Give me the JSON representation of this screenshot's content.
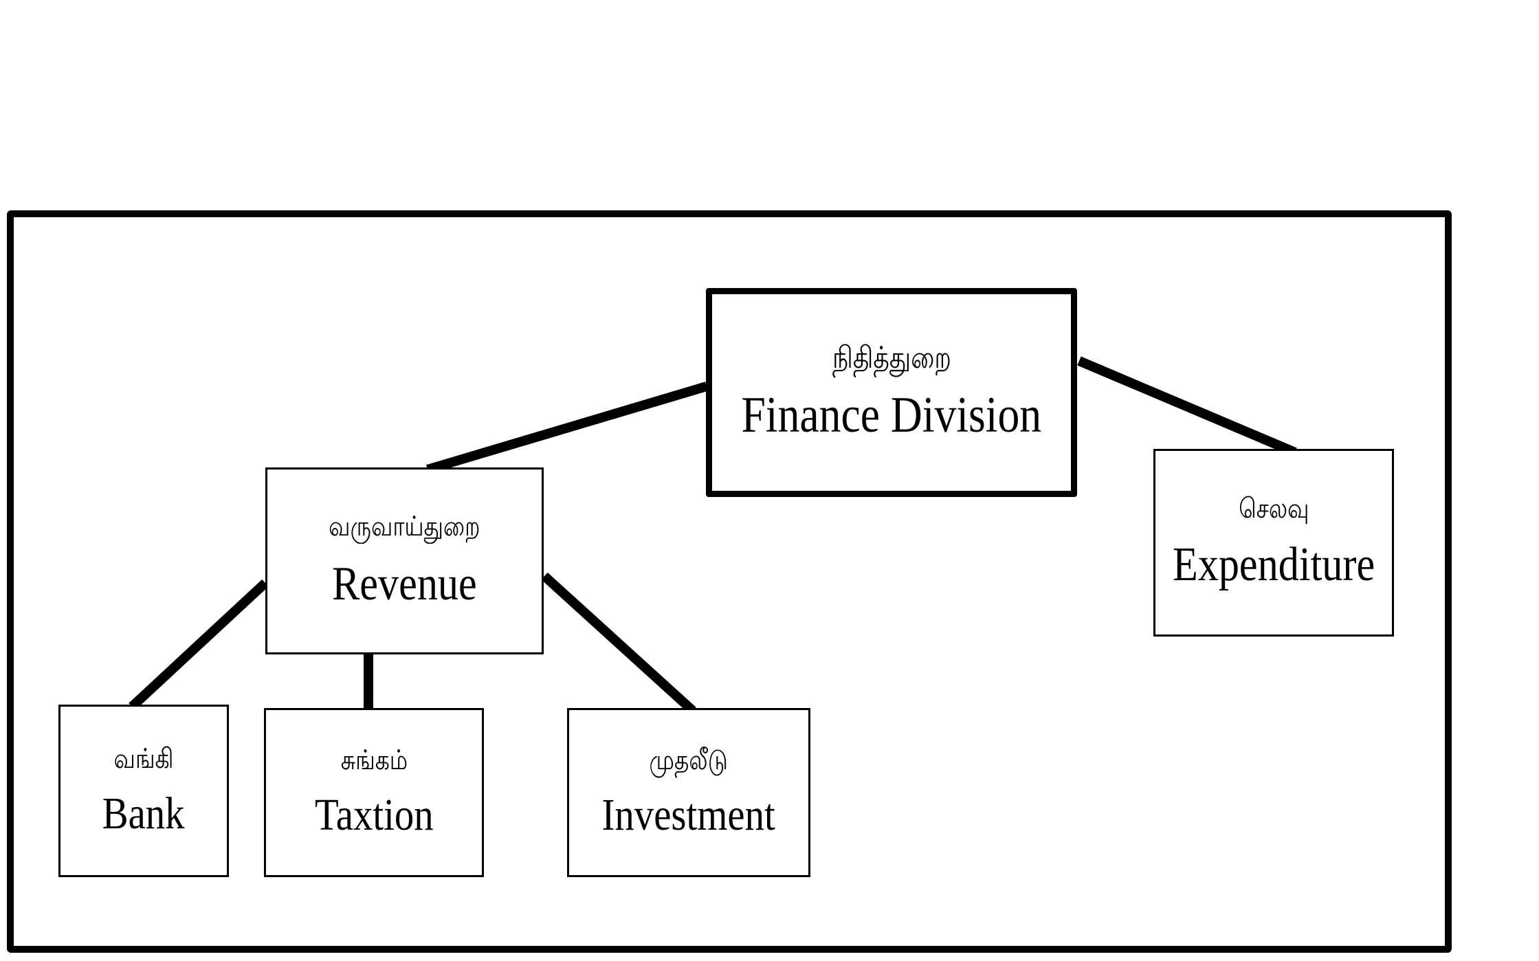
{
  "diagram": {
    "type": "org-chart",
    "nodes": [
      {
        "id": "finance",
        "tamil": "நிதித்துறை",
        "english": "Finance Division",
        "parent": null
      },
      {
        "id": "revenue",
        "tamil": "வருவாய்துறை",
        "english": "Revenue",
        "parent": "finance"
      },
      {
        "id": "expenditure",
        "tamil": "செலவு",
        "english": "Expenditure",
        "parent": "finance"
      },
      {
        "id": "bank",
        "tamil": "வங்கி",
        "english": "Bank",
        "parent": "revenue"
      },
      {
        "id": "taxation",
        "tamil": "சுங்கம்",
        "english": "Taxtion",
        "parent": "revenue"
      },
      {
        "id": "investment",
        "tamil": "முதலீடு",
        "english": "Investment",
        "parent": "revenue"
      }
    ],
    "edges": [
      {
        "from": "finance",
        "to": "revenue"
      },
      {
        "from": "finance",
        "to": "expenditure"
      },
      {
        "from": "revenue",
        "to": "bank"
      },
      {
        "from": "revenue",
        "to": "taxation"
      },
      {
        "from": "revenue",
        "to": "investment"
      }
    ]
  }
}
